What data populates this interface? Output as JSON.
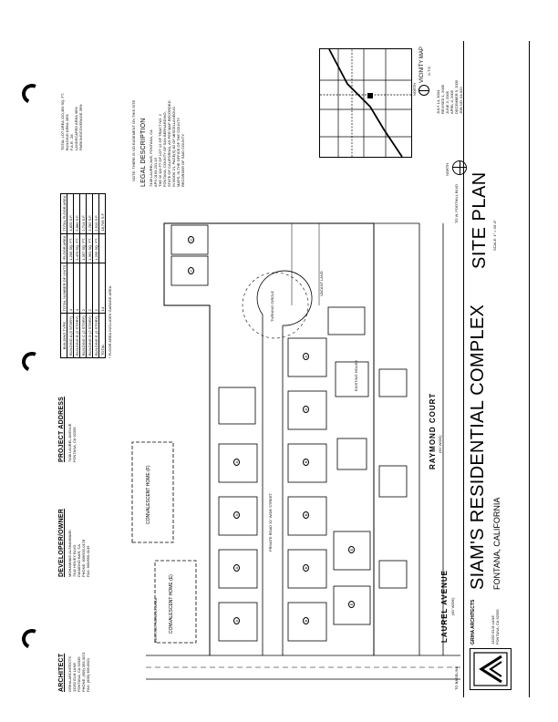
{
  "sheet": {
    "architect": {
      "heading": "ARCHITECT",
      "lines": [
        "GRIHA ARCHITECTS",
        "13252 ELM LANE",
        "FONTANA, CA 92335",
        "PHONE: (909) 355-3071",
        "FAX: (909) 355-8921"
      ]
    },
    "developer": {
      "heading": "DEVELOPER/OWNER",
      "lines": [
        "MOHAMMAD ALSHAMMARI",
        "7442 HOVEY BLVD.",
        "DIAMOND BAR, CA",
        "PHONE: 909/555-0178",
        "FAX: 909/555-0139"
      ]
    },
    "project_address": {
      "heading": "PROJECT ADDRESS",
      "lines": [
        "7438 LAUREL AVENUE",
        "FONTANA, CA 92335"
      ]
    },
    "building_table": {
      "headers": [
        "BUILDING TYPE",
        "TOTAL NUMBER OF UNITS",
        "*FLOOR AREA",
        "TOTAL FLOOR AREA"
      ],
      "rows": [
        [
          "BUILDING A (3 STORY)",
          "4",
          "1,205 SQ. FT.",
          "4,820 S.F."
        ],
        [
          "BUILDING B (2 STORY)",
          "4",
          "1,470 SQ. FT.",
          "5,880 S.F."
        ],
        [
          "BUILDING C (2 STORY)",
          "2",
          "1,357 SQ. FT.",
          "2,714 S.F."
        ],
        [
          "BUILDING D (2 STORY)",
          "2",
          "1,391 SQ. FT.",
          "2,782 S.F."
        ],
        [
          "BUILDING E (2 STORY)",
          "2",
          "1,255 SQ. FT.",
          "2,510 S.F."
        ],
        [
          "TOTAL",
          "14",
          "",
          "18,706 S.F."
        ]
      ],
      "footnote": "* FLOOR AREA INCLUDES GARAGE AREA"
    },
    "area_summary": {
      "rows": [
        "TOTAL LOT AREA   120,463 SQ. FT.",
        "BUILDING AREA   28%",
        "F.A.R.   .28",
        "LANDSCAPED AREA   36%",
        "PARKING/COVERAGE   36%"
      ]
    },
    "note": "NOTE: THERE IS NO EASEMENT ON THIS SITE",
    "legal_description": {
      "heading": "LEGAL DESCRIPTION",
      "lines": [
        "7438 LAUREL AVE, FONTANA, CA",
        "APN 0193-231-15",
        "THE W 110 FT OF LOT 12 OF TRACT NO. 2",
        "FONTANA, COUNTY OF SAN BERNARDINO,",
        "STATE OF CALIFORNIA, AS PER MAP RECORDED",
        "IN BOOK 21, PAGE(S) 82 OF MISCELLANEOUS",
        "MAPS, IN THE OFFICE OF THE COUNTY",
        "RECORDER OF SAID COUNTY."
      ]
    },
    "vicinity": {
      "north": "NORTH",
      "title": "VICINITY MAP",
      "nts": "N.T.S."
    },
    "dates": [
      "JULY 14, 2004",
      "REVISED 1, 2005",
      "JUNE 3, 2005",
      "APRIL 4, 2005",
      "DECEMBER 5, 2005",
      "JOB NO. 04-020"
    ],
    "plan_north": "NORTH",
    "title": "SIAM'S RESIDENTIAL COMPLEX",
    "location": "FONTANA, CALIFORNIA",
    "sheet_title": "SITE PLAN",
    "scale": "SCALE: 1\" = 30'-0\"",
    "firm_logo": "GRIHA ARCHITECTS",
    "firm_logo_sub": "13252 ELM LANE FONTANA, CA 92335",
    "plan": {
      "laurel_avenue": "LAUREL AVENUE",
      "laurel_width": "(60' WIDE)",
      "to_baseline": "TO BASELINE",
      "to_foothill": "TO W. FOOTHILL BLVD",
      "raymond_court": "RAYMOND COURT",
      "raymond_width": "(50' WIDE)",
      "private_street": "PRIVATE ROAD 32' WIDE STREET",
      "convalescent_home_f": "CONVALESCENT HOME (F)",
      "convalescent_home_e": "CONVALESCENT HOME (E)",
      "existing_parking": "EXISTING PARKING AREA",
      "vacant_land": "VACANT LAND",
      "existing_house": "EXISTING HOUSE",
      "turnaround": "TURNING CIRCLE",
      "building_labels": [
        "A",
        "A",
        "A",
        "A",
        "B",
        "B",
        "B",
        "B",
        "C",
        "C",
        "D",
        "D",
        "E",
        "E"
      ]
    }
  }
}
